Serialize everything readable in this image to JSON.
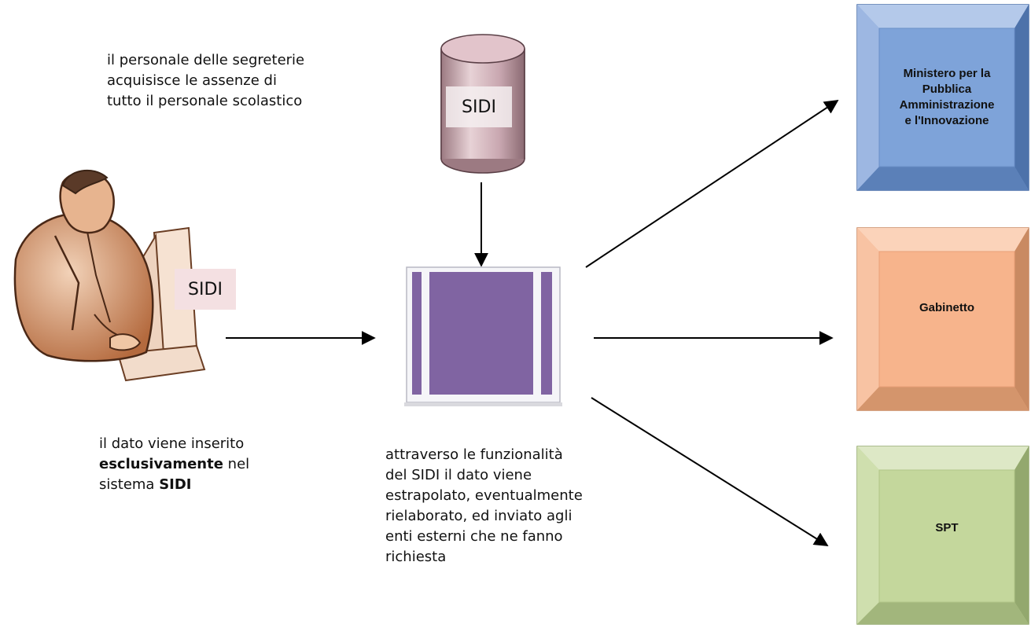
{
  "top_note": {
    "line1": "il personale delle segreterie",
    "line2": "acquisisce le assenze di",
    "line3": "tutto il personale scolastico"
  },
  "database_label": "SIDI",
  "workstation_label": "SIDI",
  "left_note": {
    "line1": "il dato viene inserito",
    "line2_bold": "esclusivamente",
    "line2_rest": " nel",
    "line3_pre": "sistema ",
    "line3_bold": "SIDI"
  },
  "center_note": {
    "line1": "attraverso le funzionalità",
    "line2": "del SIDI il dato viene",
    "line3": "estrapolato, eventualmente",
    "line4": "rielaborato, ed inviato agli",
    "line5": "enti esterni che ne fanno",
    "line6": "richiesta"
  },
  "targets": [
    {
      "lines": [
        "Ministero per la",
        "Pubblica",
        "Amministrazione",
        "e l'Innovazione"
      ],
      "color": "#7da1d9"
    },
    {
      "lines": [
        "Gabinetto"
      ],
      "color": "#f7b38b"
    },
    {
      "lines": [
        "SPT"
      ],
      "color": "#c3d69b"
    }
  ],
  "colors": {
    "hub_purple": "#8064a2",
    "db_body": "#c9a7b0",
    "arrow": "#000000"
  }
}
